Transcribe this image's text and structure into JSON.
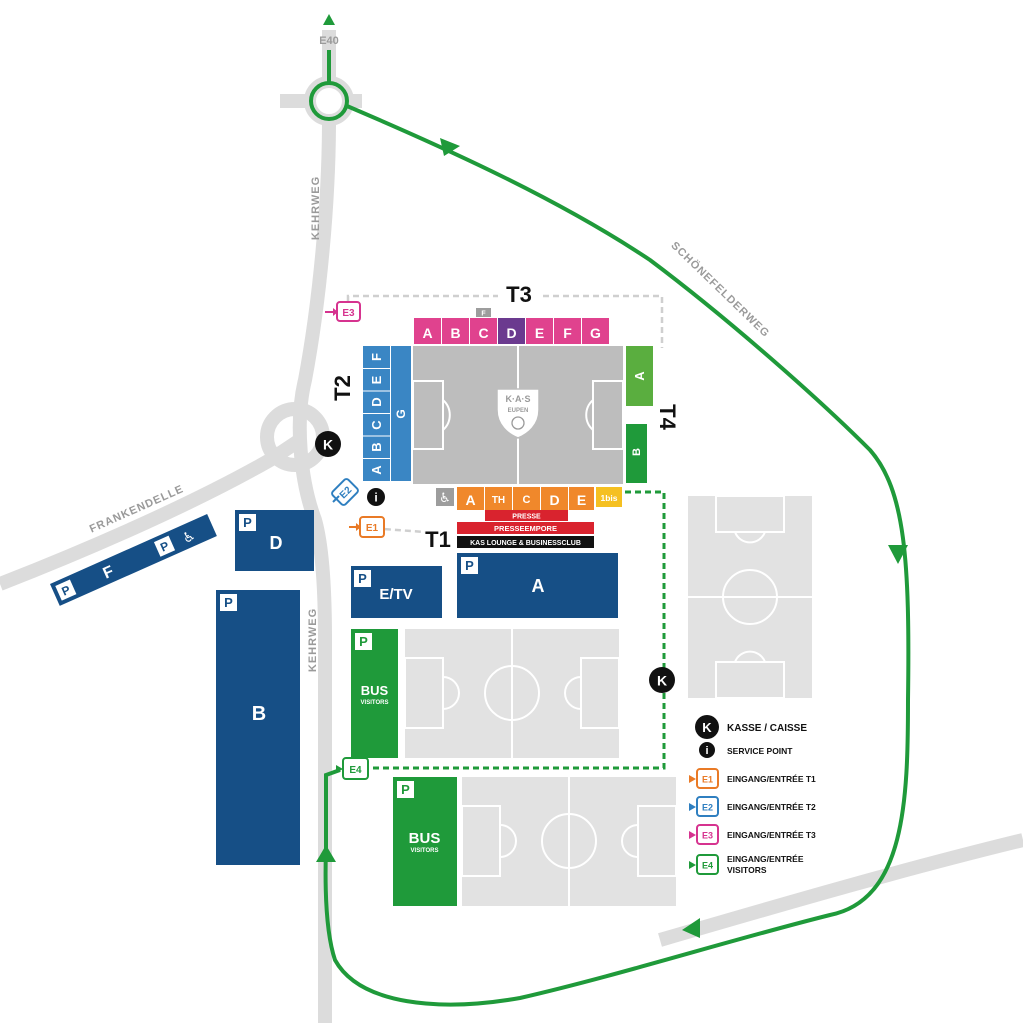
{
  "roads": {
    "e40": "E40",
    "kehrweg_north": "KEHRWEG",
    "kehrweg_south": "KEHRWEG",
    "frankendelle": "FRANKENDELLE",
    "schoenefelderweg": "SCHÖNEFELDERWEG"
  },
  "stadium": {
    "logo_top": "K·A·S",
    "logo_bottom": "EUPEN",
    "stands": {
      "t1": "T1",
      "t2": "T2",
      "t3": "T3",
      "t4": "T4"
    },
    "t3_blocks": [
      "A",
      "B",
      "C",
      "D",
      "E",
      "F",
      "G"
    ],
    "t3_f_label": "F",
    "t2_blocks": [
      "A",
      "B",
      "C",
      "D",
      "E",
      "F"
    ],
    "t2_g": "G",
    "t4_blocks": [
      "A",
      "B"
    ],
    "t1_blocks": [
      "A",
      "TH",
      "C",
      "D",
      "E"
    ],
    "t1_bis": "1bis",
    "presse": "PRESSE",
    "presseempore": "PRESSEEMPORE",
    "lounge": "KAS LOUNGE & BUSINESSCLUB"
  },
  "parking": {
    "p_symbol": "P",
    "a": "A",
    "b": "B",
    "d": "D",
    "e_tv": "E/TV",
    "f": "F",
    "bus1_main": "BUS",
    "bus1_sub": "VISITORS",
    "bus2_main": "BUS",
    "bus2_sub": "VISITORS"
  },
  "markers": {
    "k": "K",
    "i": "i",
    "e1": "E1",
    "e2": "E2",
    "e3": "E3",
    "e4": "E4"
  },
  "legend": {
    "kasse": "KASSE / CAISSE",
    "service": "SERVICE POINT",
    "e1": "EINGANG/ENTRÉE T1",
    "e2": "EINGANG/ENTRÉE T2",
    "e3": "EINGANG/ENTRÉE T3",
    "e4_line1": "EINGANG/ENTRÉE",
    "e4_line2": "VISITORS"
  },
  "colors": {
    "road": "#dcdcdc",
    "route": "#1f9a3a",
    "parking_blue": "#164f86",
    "parking_green": "#1f9a3a",
    "pitch": "#bdbdbd",
    "training_pitch": "#e2e2e2",
    "e1": "#e97a26",
    "e2": "#2f7fc0",
    "e3": "#d6338f",
    "e4": "#1f9a3a",
    "pink": "#e0428e",
    "purple": "#6b3a8f",
    "t2_blue": "#3a86c4",
    "t4_green_light": "#5aae3f",
    "t4_green_dark": "#1f9a3a",
    "orange": "#f0882b",
    "red": "#d9232e"
  }
}
